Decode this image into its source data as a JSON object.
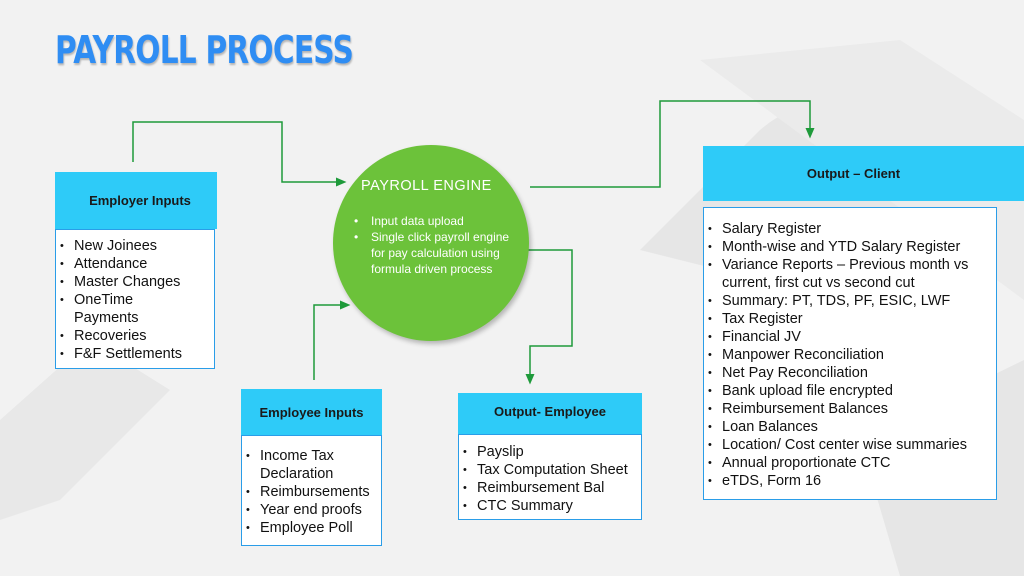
{
  "title": "PAYROLL PROCESS",
  "engine": {
    "title": "PAYROLL ENGINE",
    "items": [
      "Input data upload",
      "Single click payroll engine for pay calculation using formula driven process"
    ]
  },
  "employer_inputs": {
    "title": "Employer Inputs",
    "items": [
      "New Joinees",
      "Attendance",
      "Master Changes",
      "OneTime Payments",
      "Recoveries",
      "F&F Settlements"
    ]
  },
  "employee_inputs": {
    "title": "Employee Inputs",
    "items": [
      "Income Tax Declaration",
      "Reimbursements",
      "Year end proofs",
      "Employee Poll"
    ]
  },
  "output_employee": {
    "title": "Output- Employee",
    "items": [
      "Payslip",
      "Tax Computation Sheet",
      "Reimbursement Bal",
      "CTC Summary"
    ]
  },
  "output_client": {
    "title": "Output – Client",
    "items": [
      "Salary Register",
      "Month-wise and YTD Salary Register",
      "Variance Reports – Previous month vs current, first cut vs second cut",
      "Summary: PT, TDS, PF, ESIC, LWF",
      "Tax Register",
      "Financial JV",
      "Manpower Reconciliation",
      "Net Pay Reconciliation",
      "Bank upload file encrypted",
      "Reimbursement Balances",
      "Loan Balances",
      "Location/ Cost center wise summaries",
      "Annual proportionate CTC",
      "eTDS, Form 16"
    ]
  },
  "colors": {
    "title": "#2f8df3",
    "header": "#2ecbf8",
    "engine": "#6cc23a",
    "connector": "#1e9a3a",
    "border": "#2a9de8"
  }
}
